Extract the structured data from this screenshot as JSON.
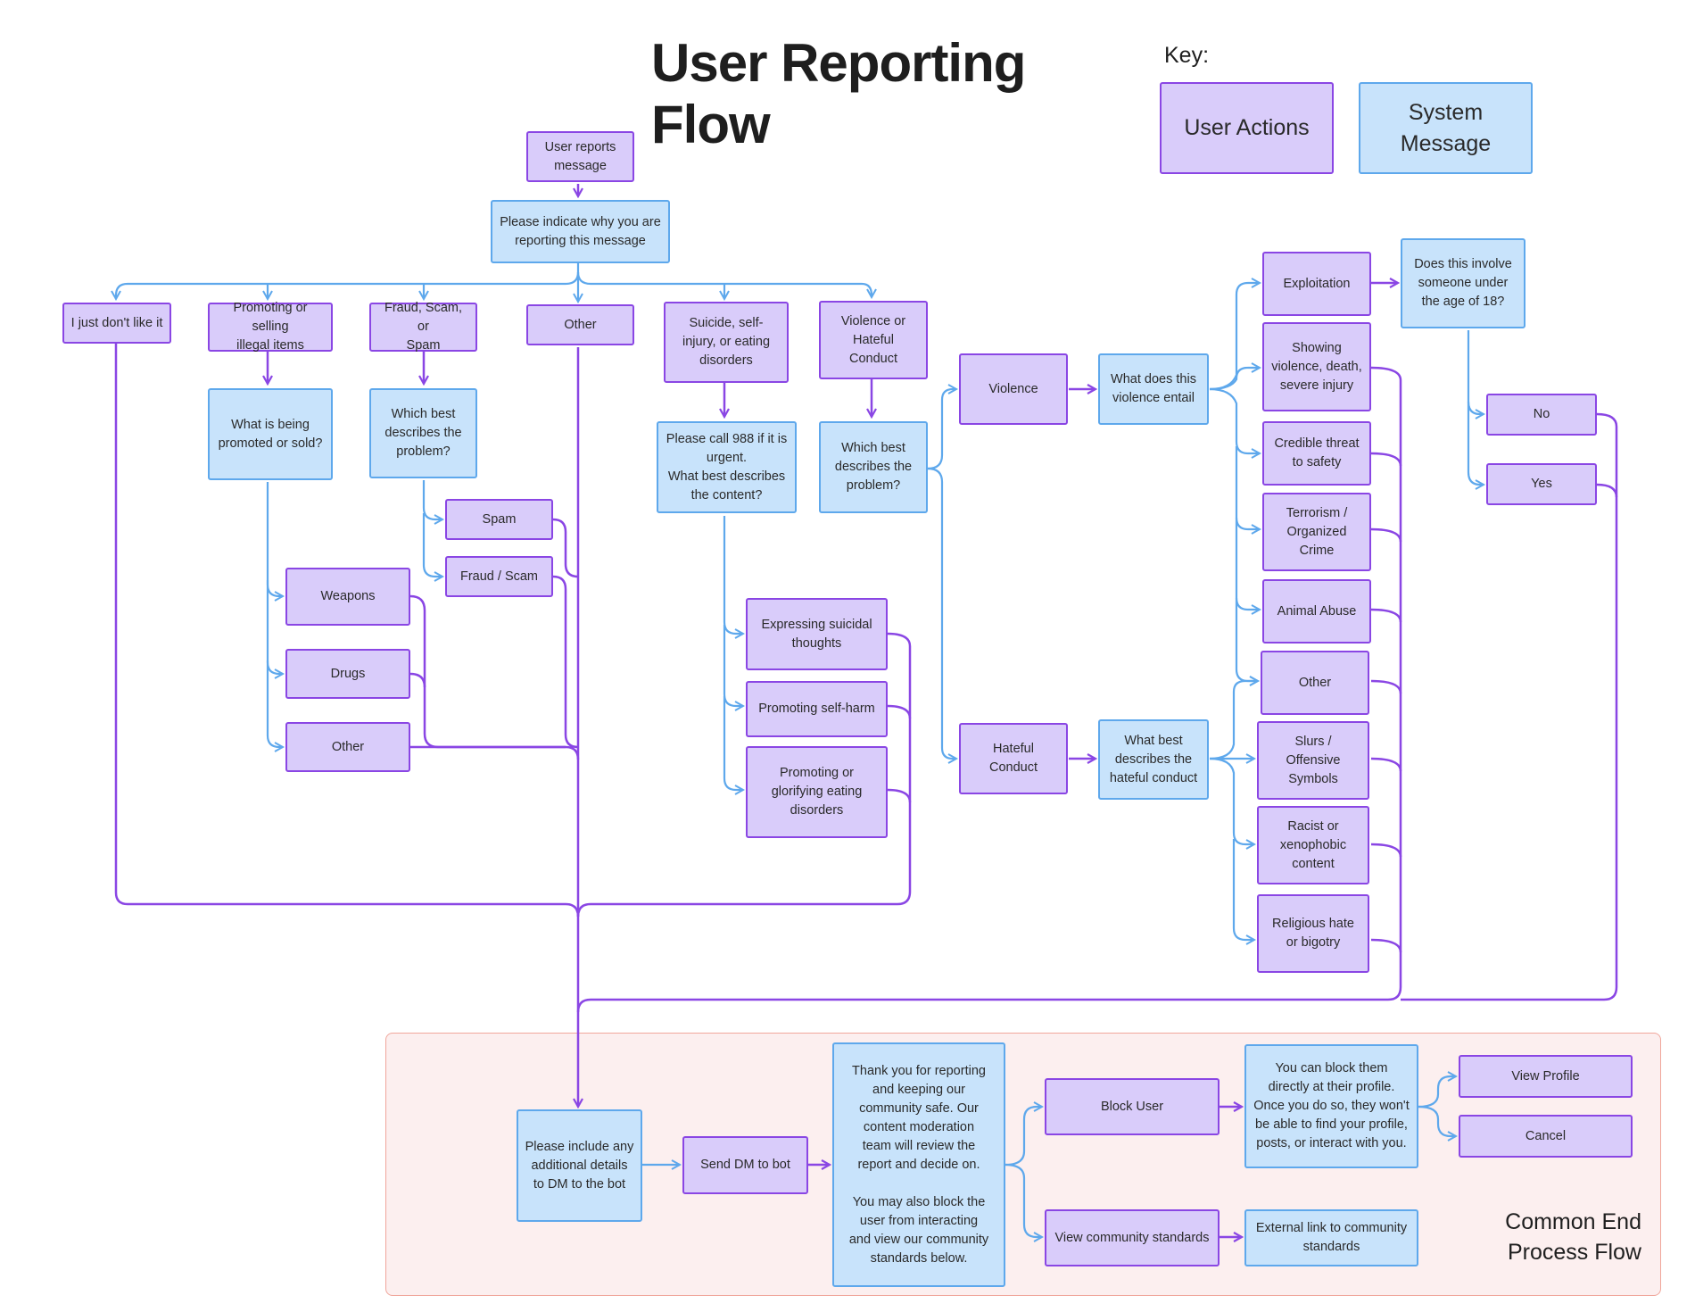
{
  "title": "User Reporting Flow",
  "key": {
    "label": "Key:",
    "user_actions": "User Actions",
    "system_message": "System\nMessage"
  },
  "end_region_label": [
    "Common End",
    "Process Flow"
  ],
  "colors": {
    "user_fill": "#d9ccfa",
    "user_border": "#8a46e4",
    "system_fill": "#c8e3fb",
    "system_border": "#5ea8ec",
    "end_region_fill": "#fcefef",
    "end_region_border": "#f0a69b"
  },
  "nodes": {
    "user_reports": "User reports\nmessage",
    "indicate_why": "Please indicate why you are\nreporting this message",
    "dont_like": "I just don't like it",
    "promoting_selling": "Promoting or selling\nillegal items",
    "fraud_scam_spam": "Fraud, Scam, or\nSpam",
    "other_top": "Other",
    "suicide": "Suicide, self-\ninjury, or eating\ndisorders",
    "violence_hateful": "Violence or\nHateful\nConduct",
    "what_promoted": "What is being\npromoted or sold?",
    "which_best_fraud": "Which best\ndescribes the\nproblem?",
    "spam": "Spam",
    "fraud_scam": "Fraud / Scam",
    "weapons": "Weapons",
    "drugs": "Drugs",
    "other_promo": "Other",
    "call_988": "Please call 988 if it is\nurgent.\nWhat best describes\nthe content?",
    "which_best_violence": "Which best\ndescribes the\nproblem?",
    "expressing_suicidal": "Expressing suicidal\nthoughts",
    "promoting_self_harm": "Promoting self-harm",
    "glorifying_eating": "Promoting or\nglorifying eating\ndisorders",
    "violence": "Violence",
    "what_violence": "What does this\nviolence entail",
    "hateful_conduct": "Hateful\nConduct",
    "what_hateful": "What best\ndescribes the\nhateful conduct",
    "exploitation": "Exploitation",
    "showing_violence": "Showing\nviolence, death,\nsevere injury",
    "credible_threat": "Credible threat\nto safety",
    "terrorism": "Terrorism /\nOrganized\nCrime",
    "animal_abuse": "Animal Abuse",
    "other_violence": "Other",
    "slurs": "Slurs /\nOffensive\nSymbols",
    "racist": "Racist or\nxenophobic\ncontent",
    "religious": "Religious hate\nor bigotry",
    "under_18": "Does this involve\nsomeone under\nthe age of 18?",
    "no": "No",
    "yes": "Yes",
    "additional_details": "Please include any\nadditional details\nto DM to the bot",
    "send_dm": "Send DM to bot",
    "thank_you": "Thank you for reporting\nand keeping our\ncommunity safe. Our\ncontent moderation\nteam will review the\nreport and decide on.\n\nYou may also block the\nuser from interacting\nand view our community\nstandards below.",
    "block_user": "Block User",
    "block_info": "You can block them\ndirectly at their profile.\nOnce you do so, they won't\nbe able to find your profile,\nposts, or interact with you.",
    "view_profile": "View Profile",
    "cancel": "Cancel",
    "view_standards": "View community standards",
    "external_link": "External link to community\nstandards"
  }
}
